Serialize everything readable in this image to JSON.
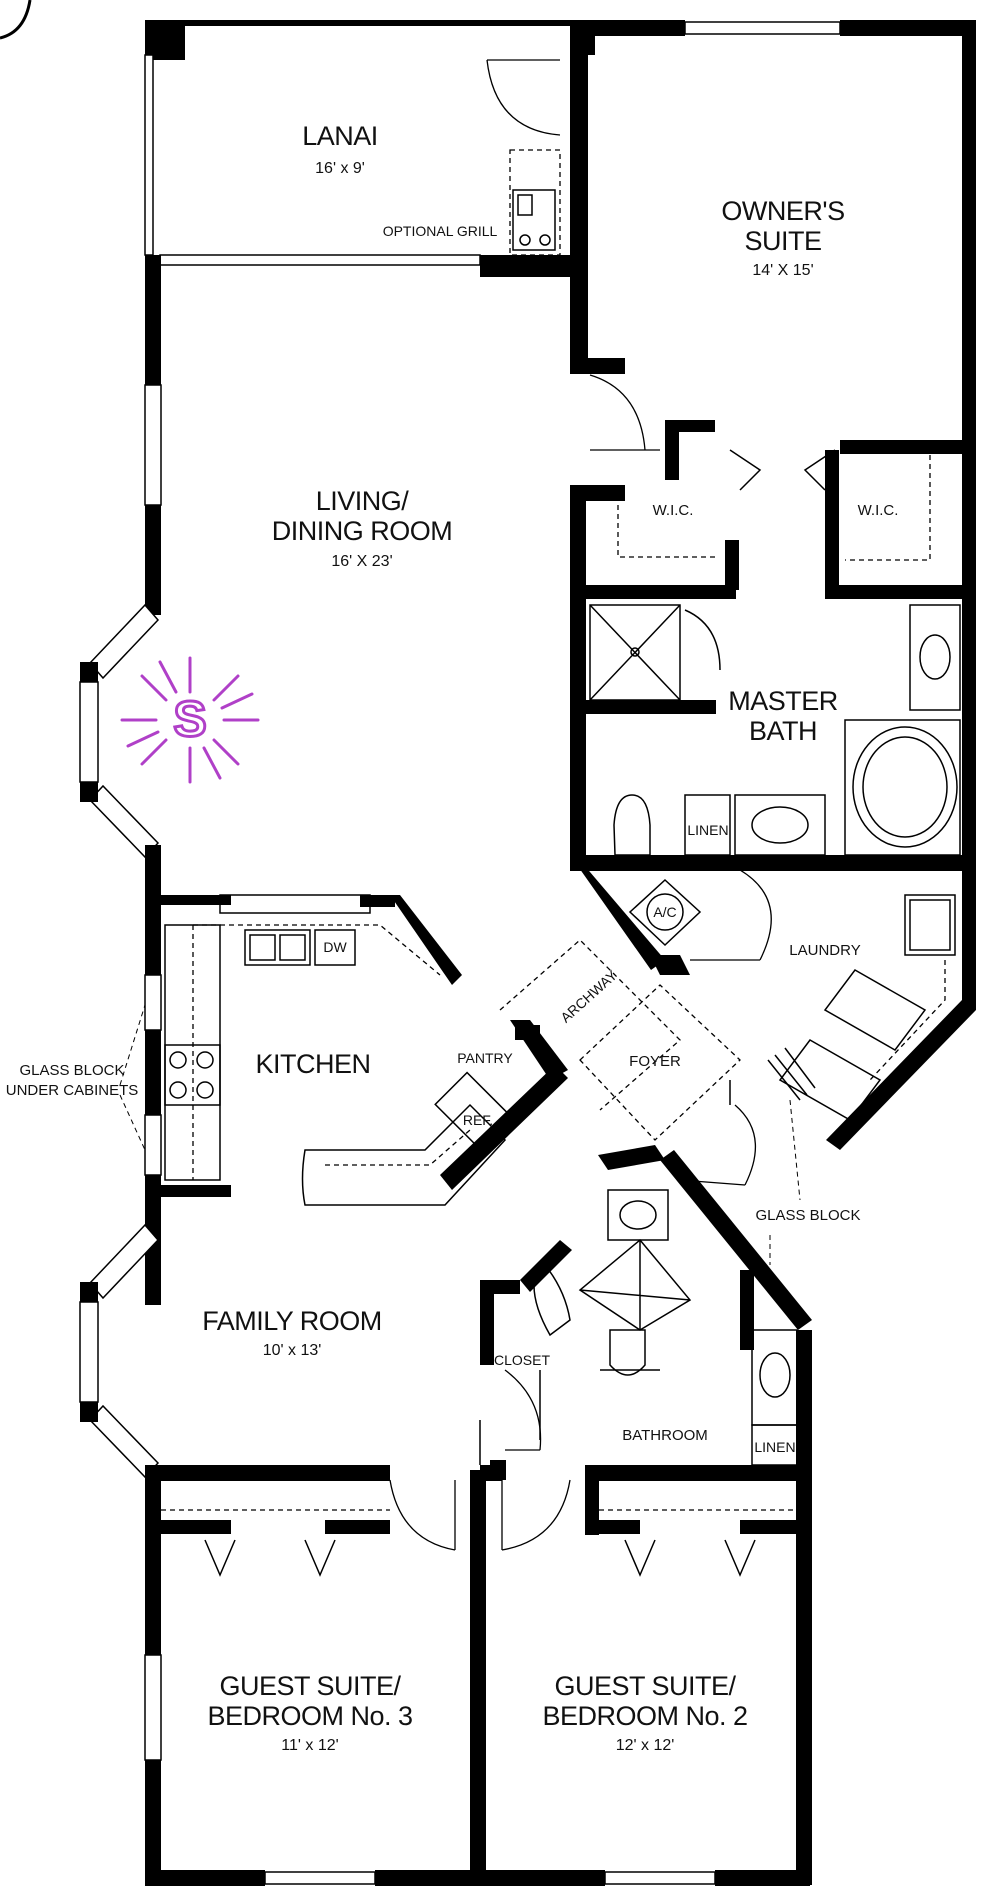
{
  "rooms": {
    "lanai": {
      "name": "LANAI",
      "dims": "16' x 9'"
    },
    "owners_suite": {
      "name_line1": "OWNER'S",
      "name_line2": "SUITE",
      "dims": "14' X 15'"
    },
    "living": {
      "name_line1": "LIVING/",
      "name_line2": "DINING ROOM",
      "dims": "16' X 23'"
    },
    "master_bath": {
      "name_line1": "MASTER",
      "name_line2": "BATH"
    },
    "kitchen": {
      "name": "KITCHEN"
    },
    "family_room": {
      "name": "FAMILY ROOM",
      "dims": "10' x 13'"
    },
    "laundry": {
      "name": "LAUNDRY"
    },
    "foyer": {
      "name": "FOYER"
    },
    "bathroom": {
      "name": "BATHROOM"
    },
    "bedroom3": {
      "name_line1": "GUEST SUITE/",
      "name_line2": "BEDROOM No. 3",
      "dims": "11' x 12'"
    },
    "bedroom2": {
      "name_line1": "GUEST SUITE/",
      "name_line2": "BEDROOM No. 2",
      "dims": "12' x 12'"
    }
  },
  "labels": {
    "optional_grill": "OPTIONAL GRILL",
    "wic_left": "W.I.C.",
    "wic_right": "W.I.C.",
    "linen_master": "LINEN",
    "linen_bath": "LINEN",
    "ac": "A/C",
    "archway": "ARCHWAY",
    "pantry": "PANTRY",
    "ref": "REF.",
    "dw": "DW",
    "closet": "CLOSET",
    "glass_block": "GLASS BLOCK",
    "glass_block_under_line1": "GLASS BLOCK",
    "glass_block_under_line2": "UNDER CABINETS"
  },
  "logo": {
    "letter": "S",
    "color": "#b040c8"
  },
  "colors": {
    "wall": "#000000",
    "background": "#ffffff"
  }
}
